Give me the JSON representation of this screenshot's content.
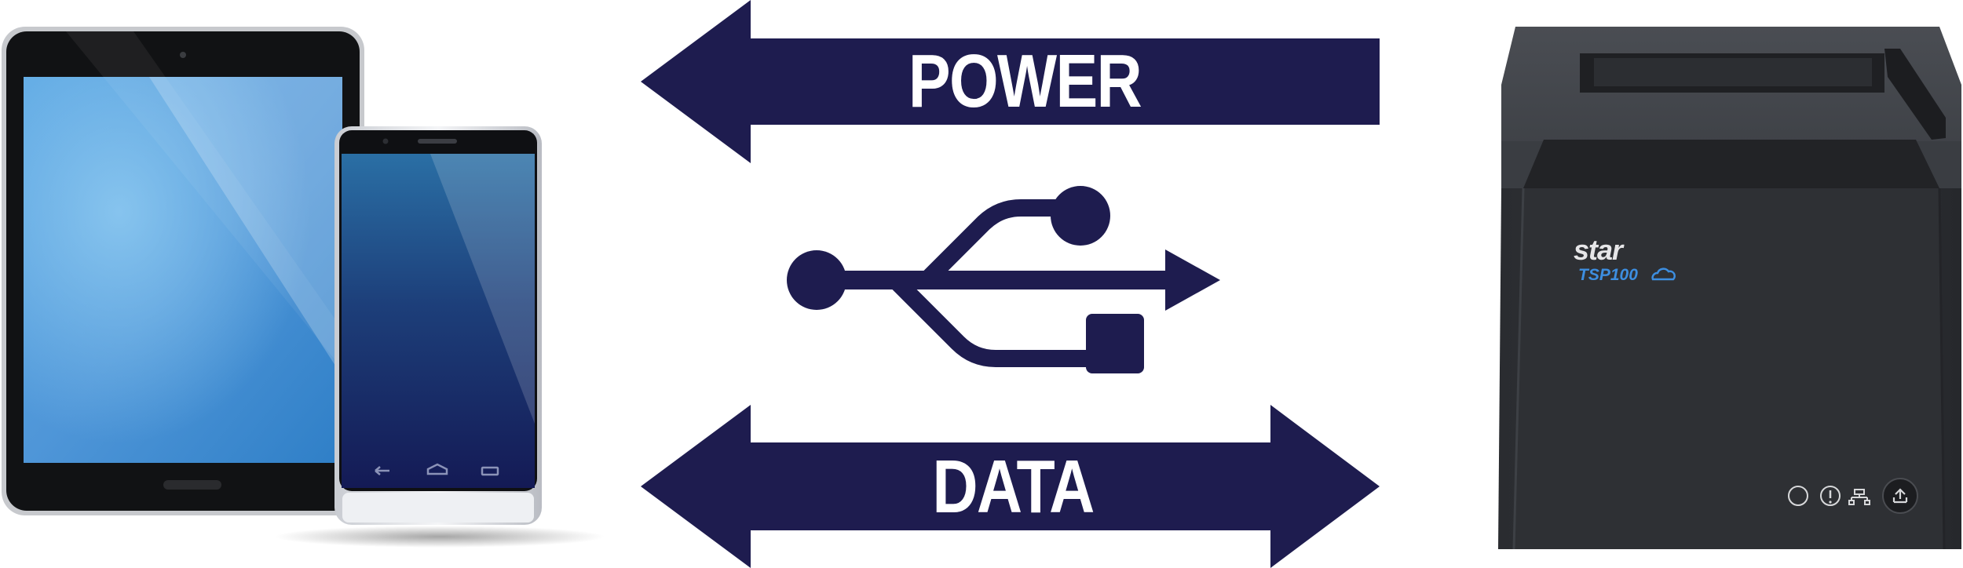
{
  "arrows": {
    "power_label": "POWER",
    "data_label": "DATA",
    "color": "#1e1c4f"
  },
  "icons": {
    "usb": "usb-icon",
    "tablet": "tablet-device",
    "phone": "smartphone-device",
    "printer": "receipt-printer"
  },
  "printer": {
    "brand": "star",
    "model": "TSP100",
    "body_color": "#2e3034",
    "model_color": "#3d8ee0"
  }
}
